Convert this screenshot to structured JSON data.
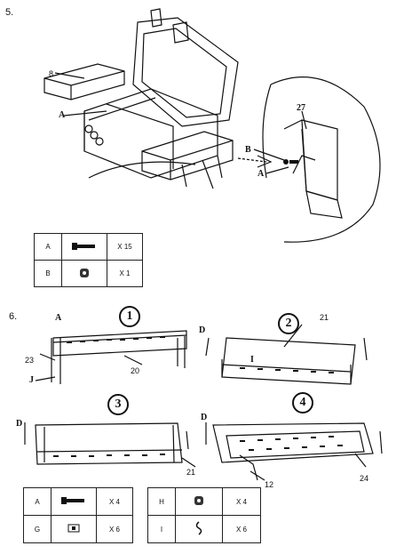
{
  "step5": {
    "number": "5.",
    "callouts": {
      "c8": "8",
      "cA": "A",
      "cB": "B",
      "cA2": "A",
      "c27": "27"
    },
    "parts": [
      {
        "key": "A",
        "icon": "bolt-icon",
        "qty": "X 15"
      },
      {
        "key": "B",
        "icon": "nut-icon",
        "qty": "X 1"
      }
    ]
  },
  "step6": {
    "number": "6.",
    "sub": [
      "1",
      "2",
      "3",
      "4"
    ],
    "callouts": {
      "A": "A",
      "c23": "23",
      "J": "J",
      "c20": "20",
      "D1": "D",
      "c21a": "21",
      "I": "I",
      "D2": "D",
      "c21b": "21",
      "D3": "D",
      "c12": "12",
      "c24": "24"
    },
    "parts_left": [
      {
        "key": "A",
        "icon": "bolt-icon",
        "qty": "X 4"
      },
      {
        "key": "G",
        "icon": "clip-icon",
        "qty": "X 6"
      }
    ],
    "parts_right": [
      {
        "key": "H",
        "icon": "nut-icon",
        "qty": "X 4"
      },
      {
        "key": "I",
        "icon": "pin-icon",
        "qty": "X 6"
      }
    ]
  }
}
